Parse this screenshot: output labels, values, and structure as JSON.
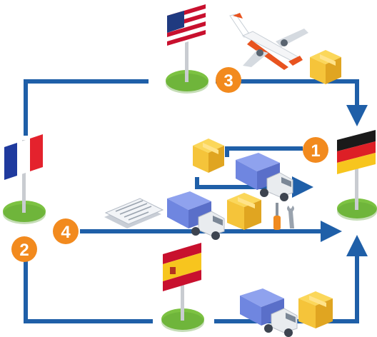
{
  "colors": {
    "route_line": "#1f5fa8",
    "badge": "#f28a1e",
    "grass": "#7cc242",
    "grass_dark": "#5a9e2e",
    "box": "#f5c43a",
    "box_dark": "#e0a521",
    "truck_cargo": "#6f86e0",
    "truck_cab": "#e9ecef"
  },
  "badges": {
    "step1": "1",
    "step2": "2",
    "step3": "3",
    "step4": "4"
  },
  "flags": {
    "usa": "usa-flag-icon",
    "france": "france-flag-icon",
    "germany": "germany-flag-icon",
    "spain": "spain-flag-icon"
  },
  "icons": {
    "airplane": "airplane-icon",
    "truck": "delivery-truck-icon",
    "box": "cardboard-box-icon",
    "document": "customs-document-icon",
    "tools": "wrench-screwdriver-icon"
  }
}
